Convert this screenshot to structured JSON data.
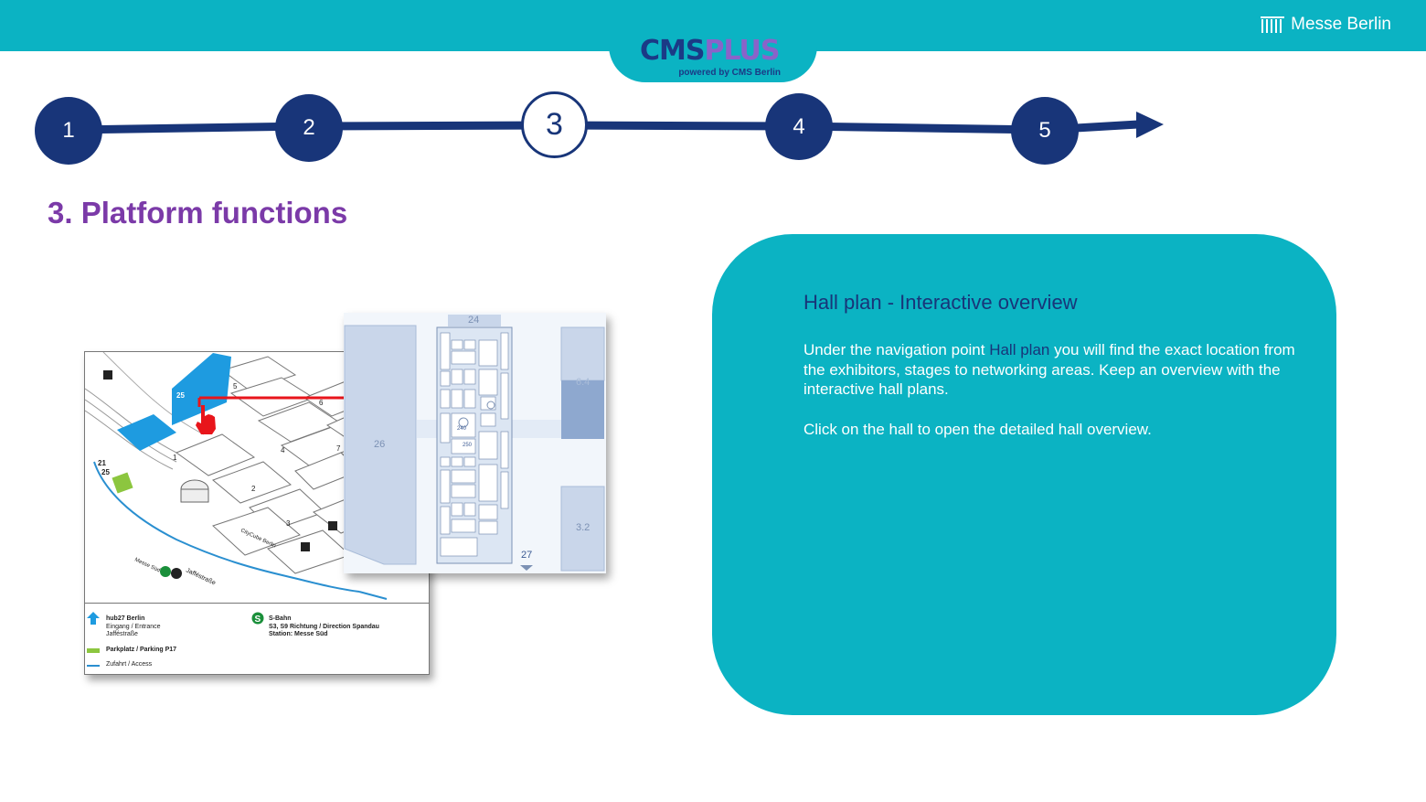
{
  "header": {
    "logo_main": "CMS",
    "logo_accent": "PLUS",
    "logo_sub": "powered by CMS Berlin",
    "brand": "Messe Berlin",
    "brand_icon": "messe-berlin-logo-icon"
  },
  "steps": {
    "items": [
      "1",
      "2",
      "3",
      "4",
      "5"
    ],
    "current": "3"
  },
  "page_title": "3. Platform functions",
  "panel": {
    "heading": "Hall plan - Interactive overview",
    "p1_before": "Under the navigation point ",
    "p1_highlight": "Hall plan",
    "p1_after": " you will find the exact location from the exhibitors, stages to networking areas. Keep an overview with the interactive hall plans.",
    "p2": "Click on the hall to open the detailed hall overview."
  },
  "map": {
    "hall_labels": [
      "25",
      "21",
      "25",
      "1",
      "2",
      "3",
      "4",
      "5",
      "6",
      "7"
    ],
    "street_1": "Jafféstraße",
    "street_2": "Messe Süd",
    "city_cube": "CityCube Berlin",
    "legend": {
      "hub_title": "hub27 Berlin",
      "hub_line2": "Eingang / Entrance",
      "hub_line3": "Jafféstraße",
      "parking": "Parkplatz / Parking P17",
      "access": "Zufahrt / Access",
      "sbahn_title": "S-Bahn",
      "sbahn_line2": "S3, S9 Richtung / Direction Spandau",
      "sbahn_line3": "Station: Messe Süd"
    },
    "colors": {
      "hall_highlight": "#1e9be0",
      "parking": "#8cc63f",
      "road": "#2a8fd0",
      "arrow": "#e8151b"
    }
  },
  "hall_plan": {
    "labels": {
      "top": "24",
      "left": "26",
      "right_top": "6.4",
      "right_bottom": "3.2",
      "bottom": "27"
    },
    "booths": [
      "240",
      "250"
    ],
    "colors": {
      "hall": "#c9d6ea",
      "hall_dark": "#8ea8cf",
      "outline": "#7c91b4"
    }
  },
  "colors": {
    "teal": "#0bb3c3",
    "navy": "#183579",
    "purple": "#7b3aa8"
  }
}
